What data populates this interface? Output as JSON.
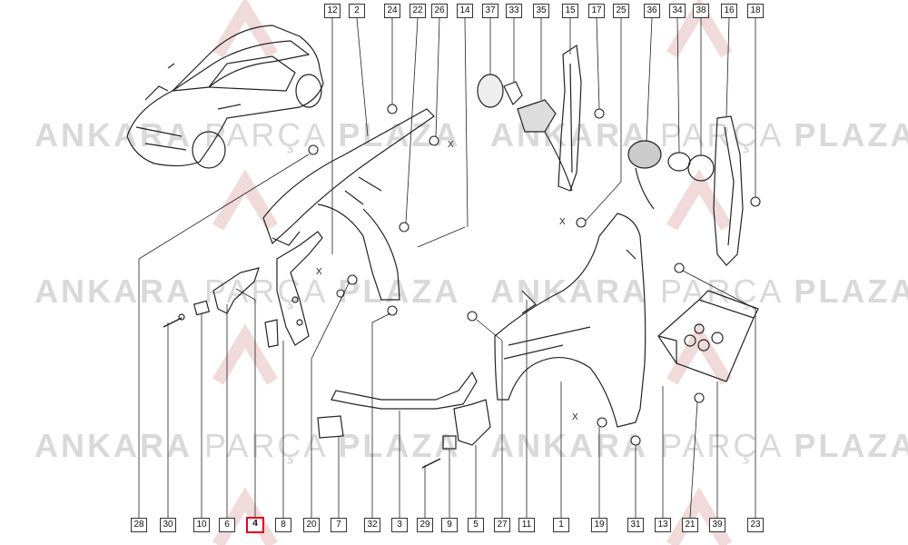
{
  "watermark": {
    "bold_1": "ANKARA",
    "light": "PARÇA",
    "bold_2": "PLAZA"
  },
  "top_callouts": [
    "12",
    "2",
    "24",
    "22",
    "26",
    "14",
    "37",
    "33",
    "35",
    "15",
    "17",
    "25",
    "36",
    "34",
    "38",
    "16",
    "18"
  ],
  "bottom_callouts": [
    "28",
    "30",
    "10",
    "6",
    "4",
    "8",
    "20",
    "7",
    "32",
    "3",
    "29",
    "9",
    "5",
    "27",
    "11",
    "1",
    "19",
    "31",
    "13",
    "21",
    "39",
    "23"
  ],
  "highlighted_callout": "4",
  "marks": {
    "x": "X"
  },
  "colors": {
    "line": "#222222",
    "highlight": "#e8001c",
    "watermark": "#d9d9d9"
  }
}
